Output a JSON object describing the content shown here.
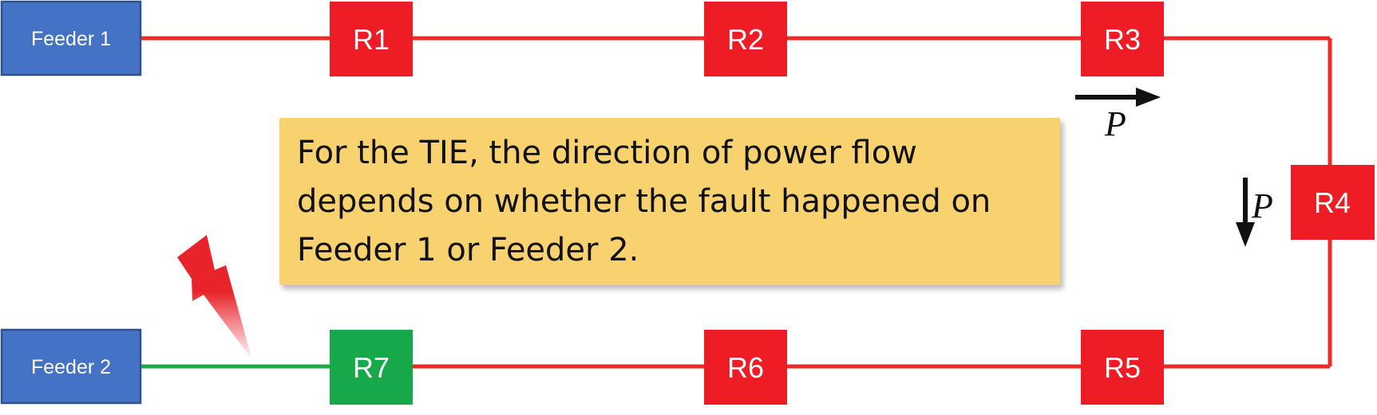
{
  "feeders": [
    {
      "id": "feeder-1",
      "label": "Feeder 1"
    },
    {
      "id": "feeder-2",
      "label": "Feeder 2"
    }
  ],
  "relays": [
    {
      "label": "R1",
      "state": "red"
    },
    {
      "label": "R2",
      "state": "red"
    },
    {
      "label": "R3",
      "state": "red"
    },
    {
      "label": "R4",
      "state": "red"
    },
    {
      "label": "R5",
      "state": "red"
    },
    {
      "label": "R6",
      "state": "red"
    },
    {
      "label": "R7",
      "state": "green"
    }
  ],
  "power_flow_labels": [
    "P",
    "P"
  ],
  "note": {
    "text": "For the TIE, the direction of power flow depends on whether the fault happened on Feeder 1 or Feeder 2."
  },
  "colors": {
    "feeder": "#4472c4",
    "relay_red": "#ee1c24",
    "relay_green": "#17a84a",
    "line_red": "#ee2a27",
    "line_green": "#1ea84a",
    "note_background": "#f8d26e",
    "fault_symbol": "#e8232a"
  },
  "icons": {
    "fault": "lightning-bolt-icon",
    "arrow_right": "arrow-right-icon",
    "arrow_down": "arrow-down-icon"
  }
}
